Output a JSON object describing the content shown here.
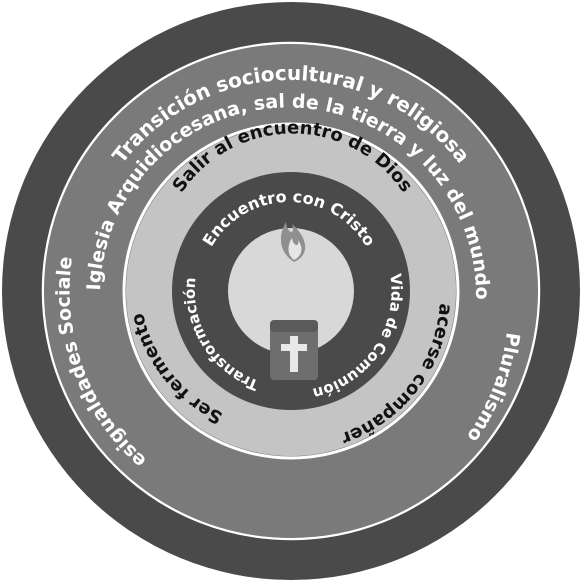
{
  "rings": {
    "outer": {
      "top": "Transición sociocultural y religiosa",
      "left": "Desigualdades Sociales",
      "right": "Pluralismo"
    },
    "second": {
      "top": "Iglesia Arquidiocesana, sal de la tierra y luz del mundo"
    },
    "third": {
      "top": "Salir al encuentro de Dios",
      "left": "Ser fermento",
      "right": "Hacerse compañero"
    },
    "inner": {
      "top": "Encuentro con Cristo",
      "left": "Transformación",
      "right": "Vida de Comunión"
    }
  },
  "center": {
    "icon": "candle-with-cross-icon"
  },
  "colors": {
    "outer_band": "#4a4a4a",
    "second_band": "#7a7a7a",
    "third_band": "#c4c4c4",
    "inner_band": "#4a4a4a",
    "center_disc": "#d8d8d8",
    "separator": "#ffffff",
    "text_light": "#ffffff",
    "text_dark": "#111111"
  }
}
